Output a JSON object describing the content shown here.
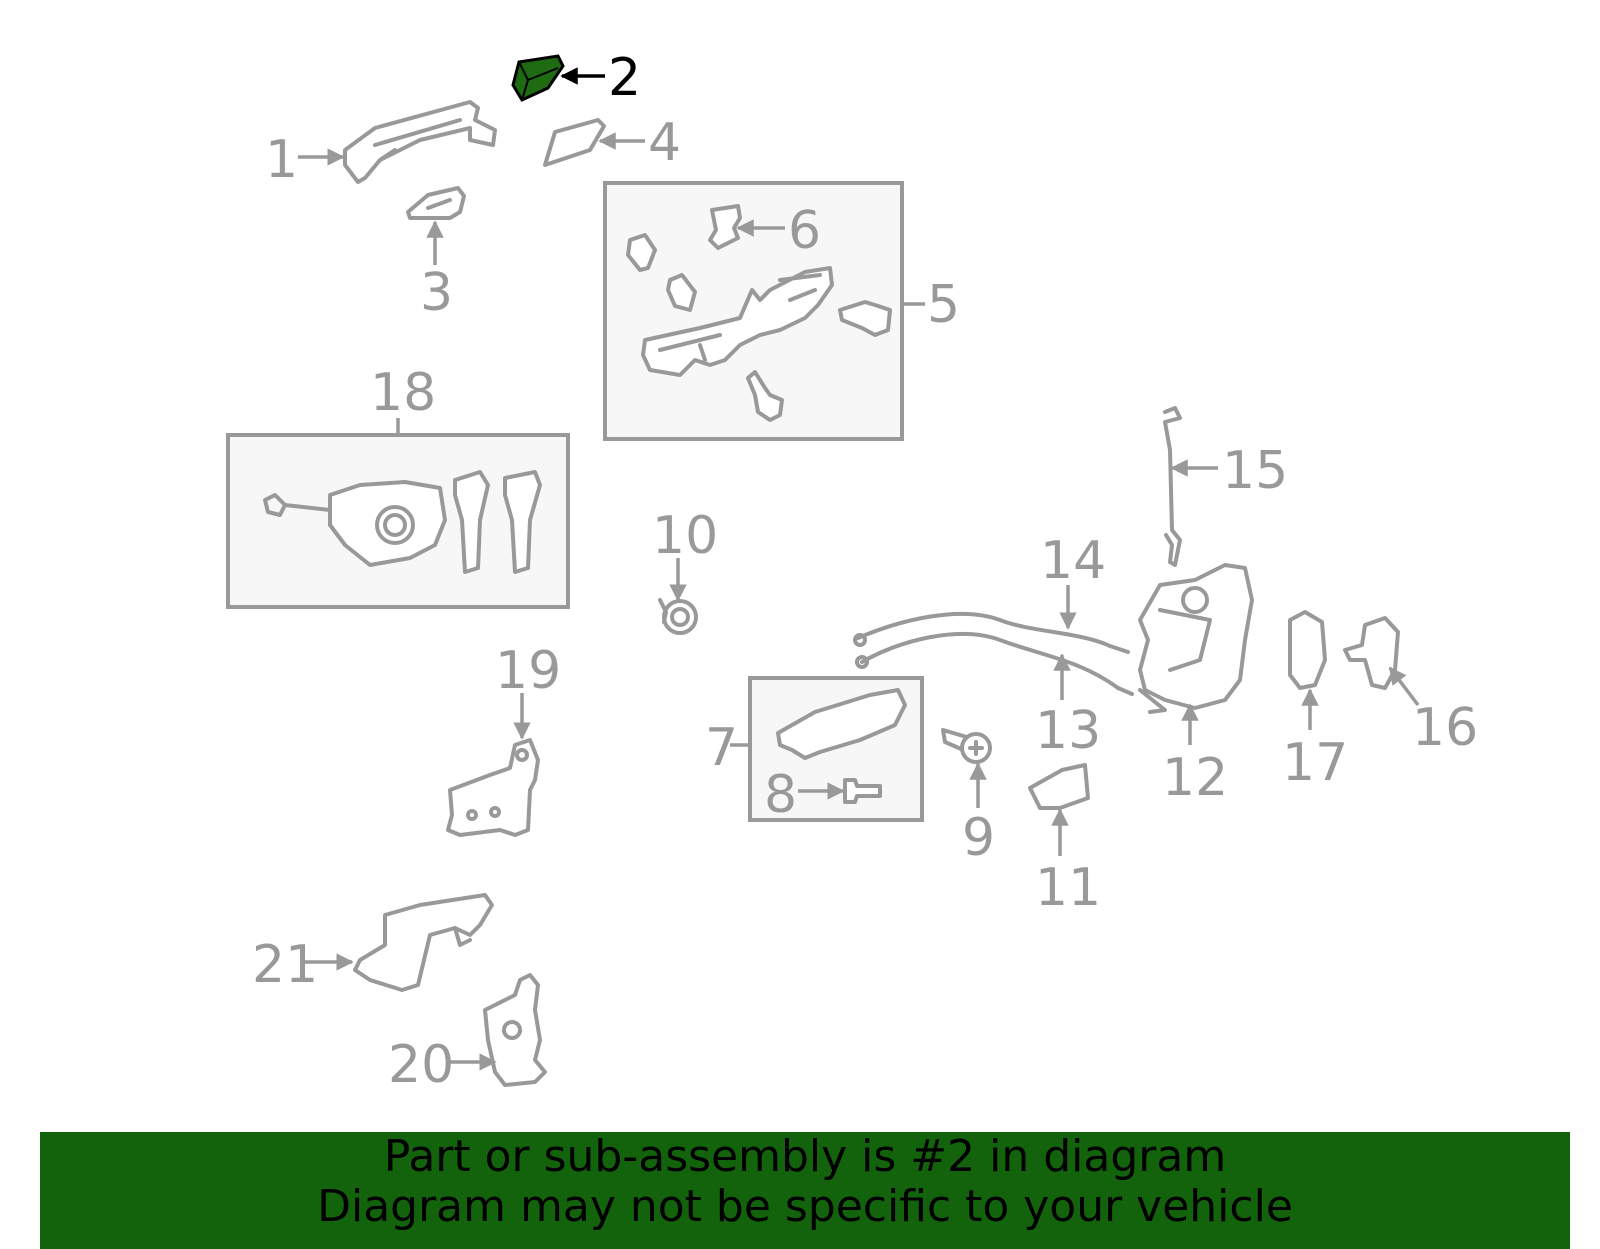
{
  "colors": {
    "highlight": "#1e6b12",
    "banner": "#12630b",
    "part_gray": "#999999",
    "box_fill": "#f7f7f7"
  },
  "callouts": [
    {
      "id": "1",
      "label": "1"
    },
    {
      "id": "2",
      "label": "2"
    },
    {
      "id": "3",
      "label": "3"
    },
    {
      "id": "4",
      "label": "4"
    },
    {
      "id": "5",
      "label": "5"
    },
    {
      "id": "6",
      "label": "6"
    },
    {
      "id": "7",
      "label": "7"
    },
    {
      "id": "8",
      "label": "8"
    },
    {
      "id": "9",
      "label": "9"
    },
    {
      "id": "10",
      "label": "10"
    },
    {
      "id": "11",
      "label": "11"
    },
    {
      "id": "12",
      "label": "12"
    },
    {
      "id": "13",
      "label": "13"
    },
    {
      "id": "14",
      "label": "14"
    },
    {
      "id": "15",
      "label": "15"
    },
    {
      "id": "16",
      "label": "16"
    },
    {
      "id": "17",
      "label": "17"
    },
    {
      "id": "18",
      "label": "18"
    },
    {
      "id": "19",
      "label": "19"
    },
    {
      "id": "20",
      "label": "20"
    },
    {
      "id": "21",
      "label": "21"
    }
  ],
  "highlighted_part": "2",
  "banner": {
    "line1": "Part or sub-assembly is #2 in diagram",
    "line2": "Diagram may not be specific to your vehicle"
  }
}
